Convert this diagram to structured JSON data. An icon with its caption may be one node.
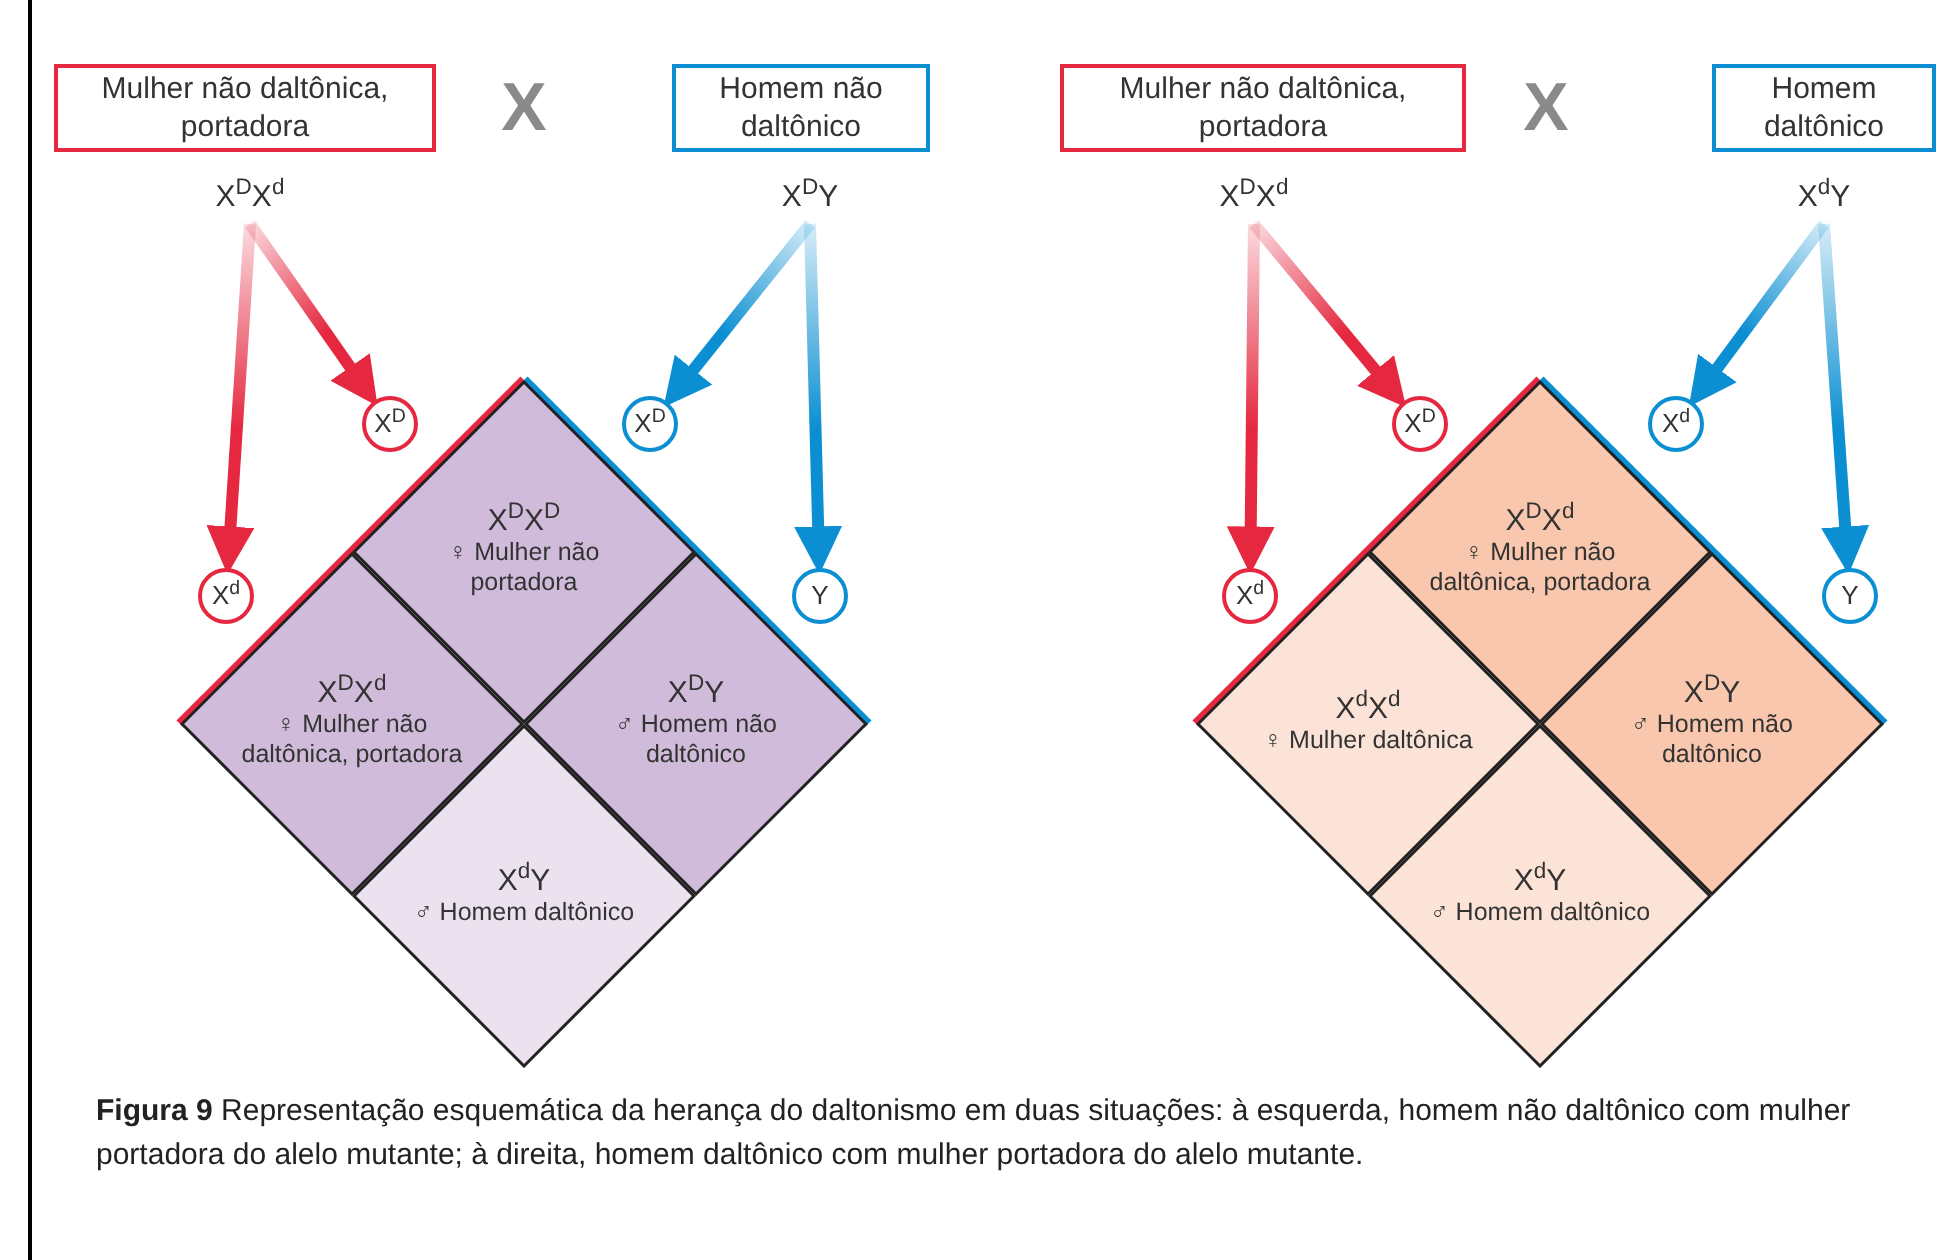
{
  "diagram": {
    "caption": "**Figura 9** Representação esquemática da herança do daltonismo em duas situações: à esquerda, homem não daltônico com mulher portadora do alelo mutante; à direita, homem daltônico com mulher portadora do alelo mutante.",
    "nodes": [
      {
        "text": [
          "Mulher não daltônica, portadora"
        ]
      },
      {
        "text": [
          "X$^{D}$X$^{d}$"
        ]
      },
      {
        "text": [
          "Homem não daltônico"
        ]
      },
      {
        "text": [
          "X$^{D}$Y"
        ]
      },
      {
        "text": [
          "X$^{D}$"
        ]
      },
      {
        "text": [
          "X$^{d}$"
        ]
      },
      {
        "text": [
          "X$^{D}$"
        ]
      },
      {
        "text": [
          "Y"
        ]
      },
      {
        "text": [
          "X$^{D}$X$^{D}$",
          "♀ Mulher não portadora"
        ]
      },
      {
        "text": [
          "X$^{D}$X$^{d}$",
          "♀ Mulher não daltônica, portadora"
        ]
      },
      {
        "text": [
          "X$^{D}$Y",
          "♂ Homem não daltônico"
        ]
      },
      {
        "text": [
          "X$^{d}$Y",
          "♂ Homem daltônico"
        ]
      },
      {
        "text": [
          "Mulher não daltônica, portadora"
        ]
      },
      {
        "text": [
          "X$^{D}$X$^{d}$"
        ]
      },
      {
        "text": [
          "Homem daltônico"
        ]
      },
      {
        "text": [
          "X$^{d}$Y"
        ]
      },
      {
        "text": [
          "X$^{D}$"
        ]
      },
      {
        "text": [
          "X$^{d}$"
        ]
      },
      {
        "text": [
          "X$^{d}$"
        ]
      },
      {
        "text": [
          "Y"
        ]
      },
      {
        "text": [
          "X$^{D}$X$^{d}$",
          "♀ Mulher não daltônica, portadora"
        ]
      },
      {
        "text": [
          "X$^{d}$X$^{d}$",
          "♀ Mulher daltônica"
        ]
      },
      {
        "text": [
          "X$^{D}$Y",
          "♂ Homem não daltônico"
        ]
      },
      {
        "text": [
          "X$^{d}$Y",
          "♂ Homem daltônico"
        ]
      }
    ],
    "edges": [
      {
        "from": 1,
        "to": 5,
        "arrow": "to",
        "color": "#e5283f"
      },
      {
        "from": 1,
        "to": 4,
        "arrow": "to",
        "color": "#e5283f"
      },
      {
        "from": 3,
        "to": 6,
        "arrow": "to",
        "color": "#0b8fd2"
      },
      {
        "from": 3,
        "to": 7,
        "arrow": "to",
        "color": "#0b8fd2"
      },
      {
        "from": 13,
        "to": 17,
        "arrow": "to",
        "color": "#e5283f"
      },
      {
        "from": 13,
        "to": 16,
        "arrow": "to",
        "color": "#e5283f"
      },
      {
        "from": 15,
        "to": 18,
        "arrow": "to",
        "color": "#0b8fd2"
      },
      {
        "from": 15,
        "to": 19,
        "arrow": "to",
        "color": "#0b8fd2"
      }
    ],
    "labels": [
      "X",
      "X"
    ]
  }
}
